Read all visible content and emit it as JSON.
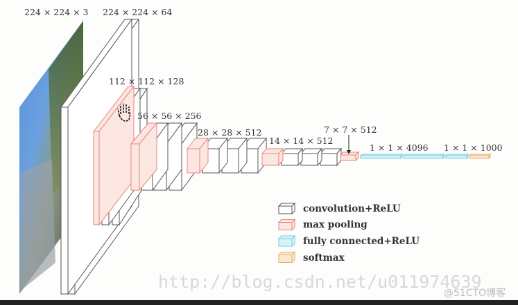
{
  "colors": {
    "convolution": "#555555",
    "max_pooling": "#e8857a",
    "fully_connected": "#6fcfe0",
    "softmax": "#e8b070",
    "pool_fill": "#fbe6e2",
    "fc_fill": "#d8f3f8",
    "softmax_fill": "#fbe9cf"
  },
  "layer_labels": {
    "input": "224 × 224 × 3",
    "conv1": "224 × 224 × 64",
    "conv2": "112 × 112 × 128",
    "conv3": "56 × 56 × 256",
    "conv4": "28 × 28 × 512",
    "conv5": "14 × 14 × 512",
    "pool5": "7 × 7 × 512",
    "fc": "1 × 1 × 4096",
    "output": "1 × 1 × 1000"
  },
  "legend": [
    {
      "label": "convolution+ReLU",
      "type": "convolution"
    },
    {
      "label": "max pooling",
      "type": "max_pooling"
    },
    {
      "label": "fully connected+ReLU",
      "type": "fully_connected"
    },
    {
      "label": "softmax",
      "type": "softmax"
    }
  ],
  "watermark": "http://blog.csdn.net/u011974639",
  "watermark_small": "@51CTO博客",
  "cursor_icon": "hand-cursor-icon"
}
